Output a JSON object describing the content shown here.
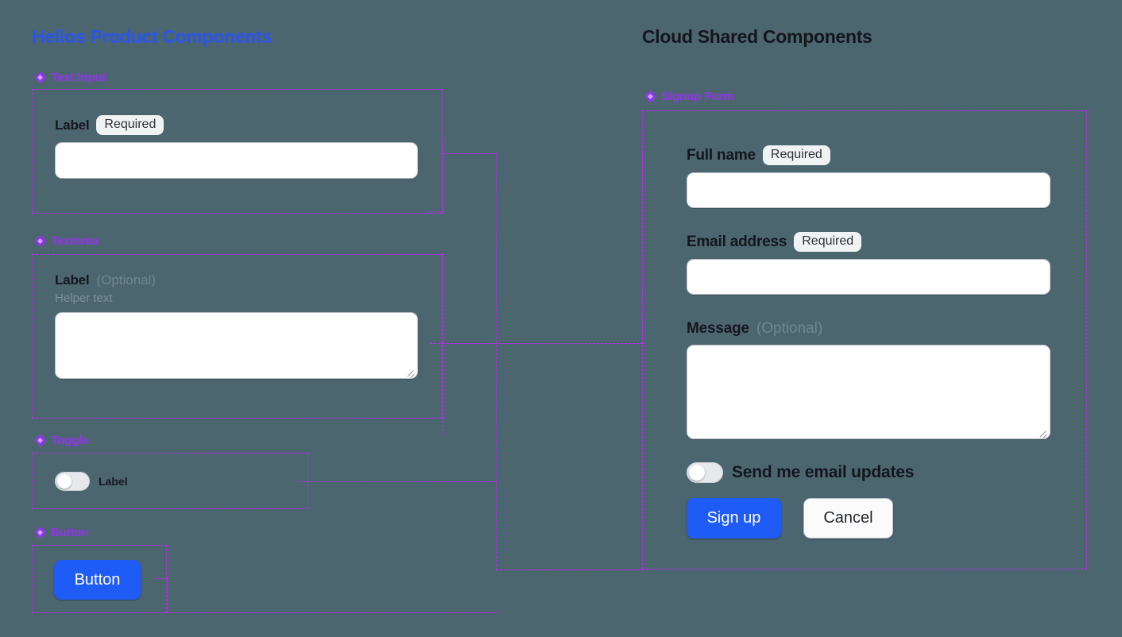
{
  "panels": {
    "left": {
      "title": "Helios Product Components",
      "title_color": "#2b55f0"
    },
    "right": {
      "title": "Cloud Shared Components",
      "title_color": "#14161c"
    }
  },
  "theme": {
    "background": "#4c6670",
    "accent_purple": "#9333ea",
    "dashed_border": "#c026f5",
    "primary_blue": "#1f5bf5",
    "field_background": "#ffffff",
    "badge_background": "#f1f2f4",
    "muted_text": "#6f8692"
  },
  "left_sections": [
    {
      "icon": "diamond-icon",
      "label": "Text Input"
    },
    {
      "icon": "diamond-icon",
      "label": "Textarea"
    },
    {
      "icon": "diamond-icon",
      "label": "Toggle"
    },
    {
      "icon": "diamond-icon",
      "label": "Button"
    }
  ],
  "text_input": {
    "label": "Label",
    "badge": "Required",
    "value": "",
    "placeholder": ""
  },
  "textarea": {
    "label": "Label",
    "badge": "(Optional)",
    "helper": "Helper text",
    "value": "",
    "placeholder": ""
  },
  "toggle": {
    "label": "Label",
    "state": "off"
  },
  "button": {
    "label": "Button"
  },
  "right_sections": [
    {
      "icon": "diamond-icon",
      "label": "Signup Form"
    }
  ],
  "signup_form": {
    "fields": [
      {
        "label": "Full name",
        "badge": "Required",
        "badge_type": "required",
        "value": "",
        "placeholder": "",
        "control": "text"
      },
      {
        "label": "Email address",
        "badge": "Required",
        "badge_type": "required",
        "value": "",
        "placeholder": "",
        "control": "text"
      },
      {
        "label": "Message",
        "badge": "(Optional)",
        "badge_type": "optional",
        "value": "",
        "placeholder": "",
        "control": "textarea"
      }
    ],
    "toggle": {
      "label": "Send me email updates",
      "state": "off"
    },
    "submit_label": "Sign up",
    "cancel_label": "Cancel"
  }
}
